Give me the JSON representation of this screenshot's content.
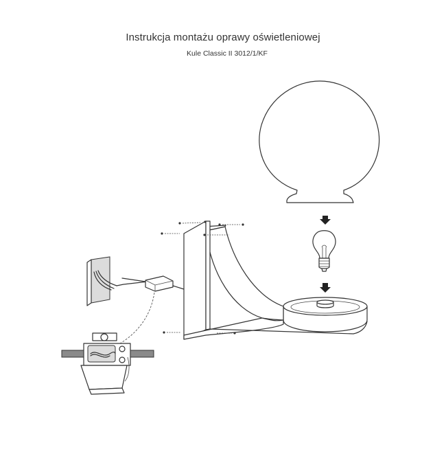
{
  "document": {
    "title": "Instrukcja montażu oprawy oświetleniowej",
    "subtitle": "Kule Classic II 3012/1/KF"
  },
  "diagram": {
    "line_color": "#333333",
    "background": "#ffffff",
    "parts": [
      "globe-shade",
      "light-bulb",
      "lamp-base-ring",
      "curved-arm",
      "wall-plate",
      "screws",
      "junction-box",
      "wall-socket",
      "terminal-block-detail"
    ],
    "icons": [
      "down-arrow-icon",
      "down-arrow-icon"
    ]
  }
}
